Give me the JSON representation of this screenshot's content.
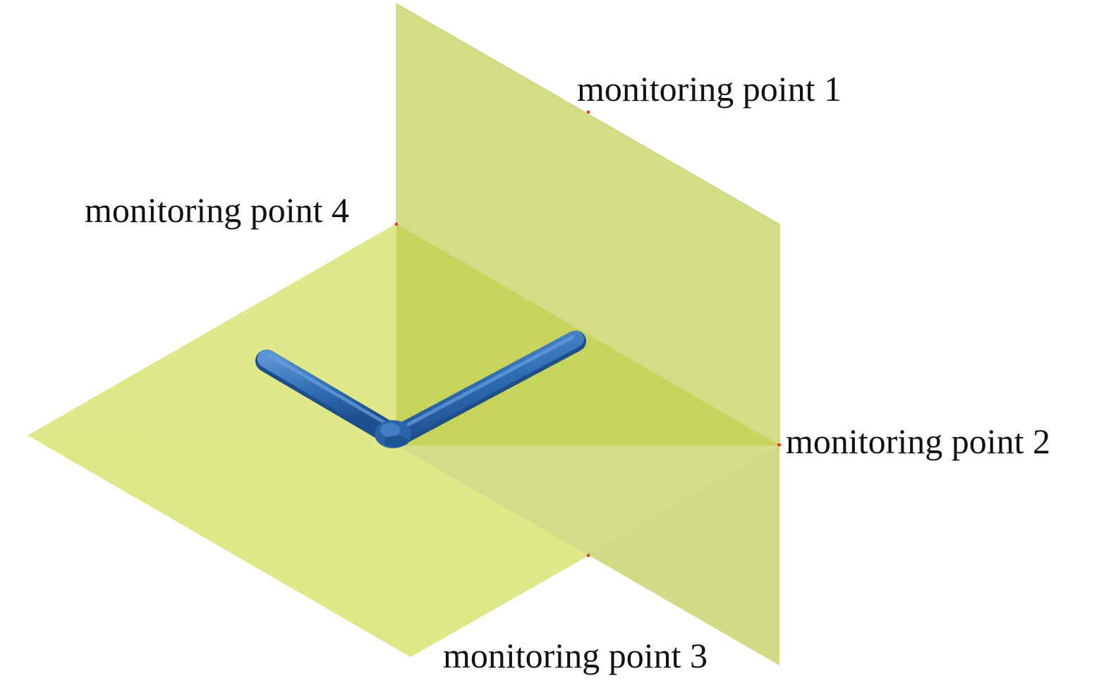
{
  "diagram": {
    "colors": {
      "horizontal_plane": "#dde784",
      "vertical_plane": "#c8d469",
      "overlap_region": "#c2d35a",
      "pipe": "#2f6db3",
      "pipe_highlight": "#5b93d4",
      "pipe_shadow": "#1d4f8c",
      "monitoring_point_marker": "#e8401a",
      "label_text": "#111111"
    },
    "monitoring_points": [
      {
        "id": 1,
        "label": "monitoring point 1"
      },
      {
        "id": 2,
        "label": "monitoring point 2"
      },
      {
        "id": 3,
        "label": "monitoring point 3"
      },
      {
        "id": 4,
        "label": "monitoring point 4"
      }
    ]
  }
}
